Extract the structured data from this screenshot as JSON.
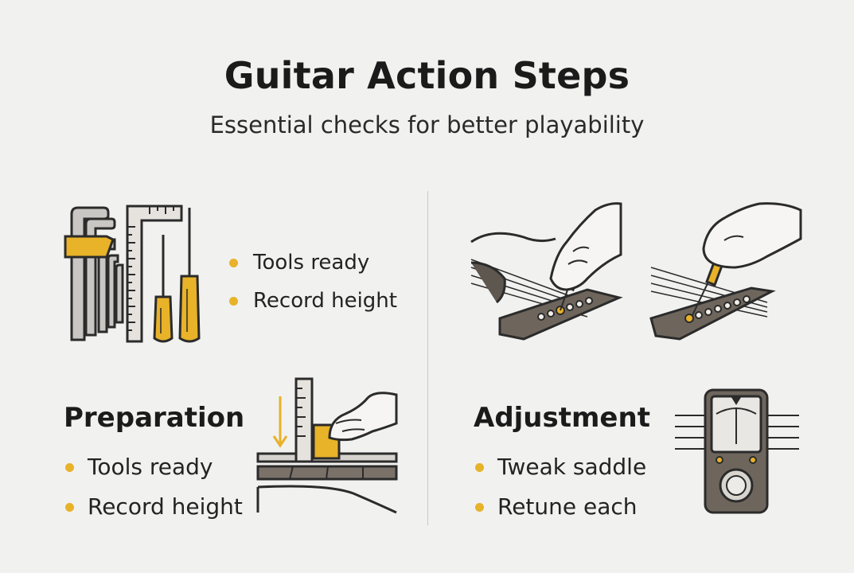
{
  "header": {
    "title": "Guitar Action Steps",
    "subtitle": "Essential checks for better playability"
  },
  "top_left": {
    "bullets": [
      "Tools ready",
      "Record height"
    ]
  },
  "preparation": {
    "heading": "Preparation",
    "bullets": [
      "Tools ready",
      "Record height"
    ]
  },
  "adjustment": {
    "heading": "Adjustment",
    "bullets": [
      "Tweak saddle",
      "Retune each"
    ]
  },
  "colors": {
    "accent": "#e8b229",
    "ink": "#2b2b2b",
    "background": "#f1f1f0",
    "wood": "#6e665d"
  },
  "icons": [
    "allen-keys-icon",
    "square-ruler-icon",
    "screwdriver-icon",
    "hand-adjusting-saddle-icon",
    "measuring-ruler-icon",
    "clip-on-tuner-icon"
  ]
}
